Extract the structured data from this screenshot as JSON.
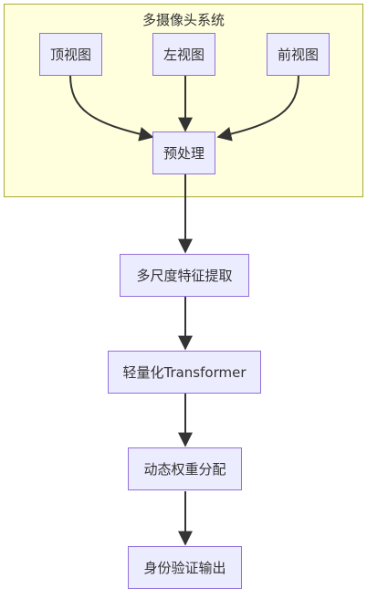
{
  "cluster": {
    "title": "多摄像头系统"
  },
  "nodes": {
    "top_view": "顶视图",
    "left_view": "左视图",
    "front_view": "前视图",
    "preprocess": "预处理",
    "multiscale": "多尺度特征提取",
    "transformer": "轻量化Transformer",
    "dynamic_weight": "动态权重分配",
    "auth_output": "身份验证输出"
  },
  "colors": {
    "cluster_fill": "#ffffde",
    "cluster_border": "#aaaa33",
    "node_fill": "#ececff",
    "node_border": "#9370db",
    "edge": "#333333"
  }
}
